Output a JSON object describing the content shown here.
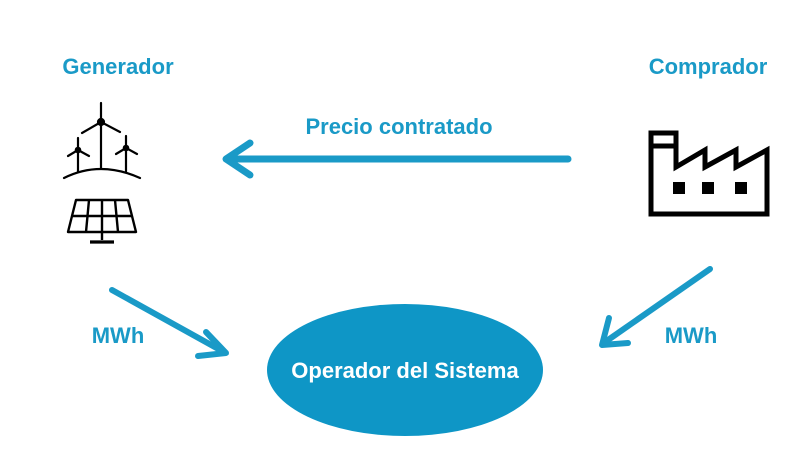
{
  "colors": {
    "accent": "#1a9ac7",
    "ellipse": "#0e96c6",
    "icon": "#000000",
    "background": "#ffffff"
  },
  "labels": {
    "generator": "Generador",
    "buyer": "Comprador",
    "contract_price": "Precio contratado",
    "energy_left": "MWh",
    "energy_right": "MWh",
    "operator": "Operador del Sistema"
  },
  "icons": {
    "generator_wind": "wind-turbines-icon",
    "generator_solar": "solar-panel-icon",
    "buyer": "factory-icon"
  },
  "arrows": [
    {
      "name": "price-arrow",
      "from": "buyer",
      "to": "generator"
    },
    {
      "name": "generator-energy-arrow",
      "from": "generator",
      "to": "operator"
    },
    {
      "name": "buyer-energy-arrow",
      "from": "buyer",
      "to": "operator"
    }
  ]
}
